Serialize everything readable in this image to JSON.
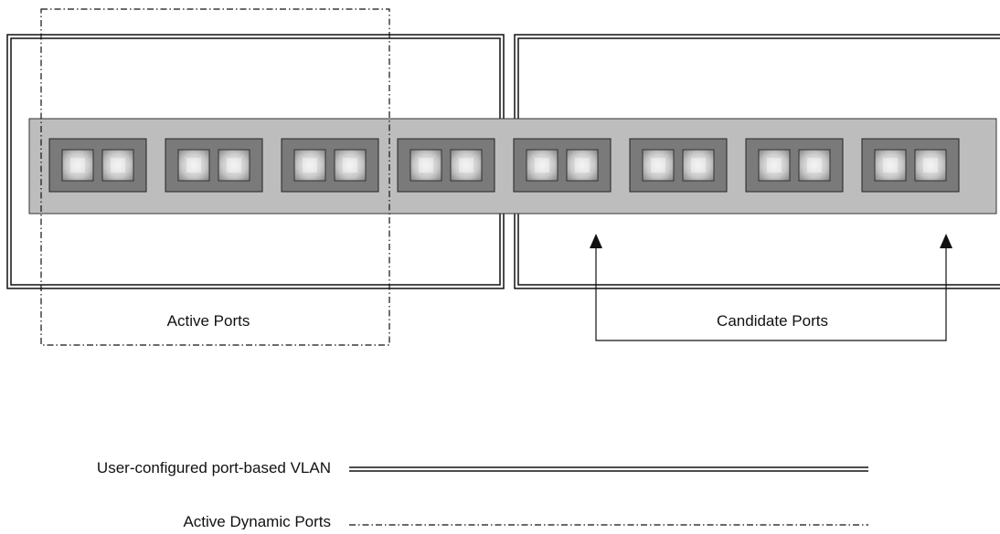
{
  "diagram": {
    "vlan_boxes": [
      {
        "id": "vlan-left"
      },
      {
        "id": "vlan-right"
      }
    ],
    "switch": {
      "port_groups": [
        {
          "ports": 2
        },
        {
          "ports": 2
        },
        {
          "ports": 2
        },
        {
          "ports": 2
        },
        {
          "ports": 2
        },
        {
          "ports": 2
        },
        {
          "ports": 2
        },
        {
          "ports": 2
        }
      ]
    },
    "labels": {
      "active_ports": "Active Ports",
      "candidate_ports": "Candidate Ports"
    },
    "legend": {
      "user_vlan": "User-configured port-based VLAN",
      "active_dynamic": "Active Dynamic Ports"
    },
    "colors": {
      "switch_body": "#bdbdbd",
      "port_group": "#7a7a7a",
      "port_center": "#f2f2f2",
      "port_edge": "#8a8a8a",
      "line": "#111111"
    }
  }
}
